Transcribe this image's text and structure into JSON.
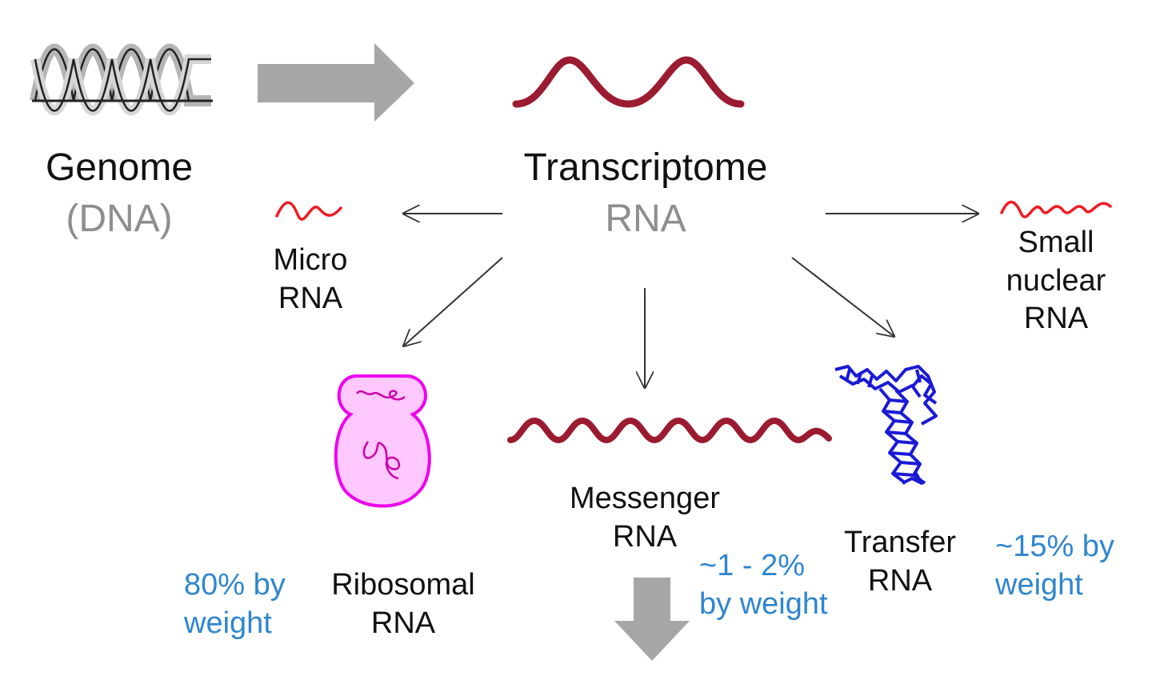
{
  "genome": {
    "title": "Genome",
    "subtitle": "(DNA)"
  },
  "transcriptome": {
    "title": "Transcriptome",
    "subtitle": "RNA"
  },
  "micro_rna": {
    "line1": "Micro",
    "line2": "RNA"
  },
  "small_nuclear_rna": {
    "line1": "Small",
    "line2": "nuclear",
    "line3": "RNA"
  },
  "ribosomal_rna": {
    "line1": "Ribosomal",
    "line2": "RNA",
    "pct_line1": "80% by",
    "pct_line2": "weight"
  },
  "messenger_rna": {
    "line1": "Messenger",
    "line2": "RNA",
    "pct_line1": "~1 - 2%",
    "pct_line2": "by weight"
  },
  "transfer_rna": {
    "line1": "Transfer",
    "line2": "RNA",
    "pct_line1": "~15% by",
    "pct_line2": "weight"
  },
  "colors": {
    "big_arrow": "#a6a6a6",
    "rna_wave": "#9b1b30",
    "micro_wave": "#ee1c24",
    "ribosome_fill": "#ffc8ff",
    "ribosome_stroke": "#ee00ee",
    "trna": "#1a1ad6",
    "percent_text": "#2f86cf",
    "connector": "#333333"
  }
}
